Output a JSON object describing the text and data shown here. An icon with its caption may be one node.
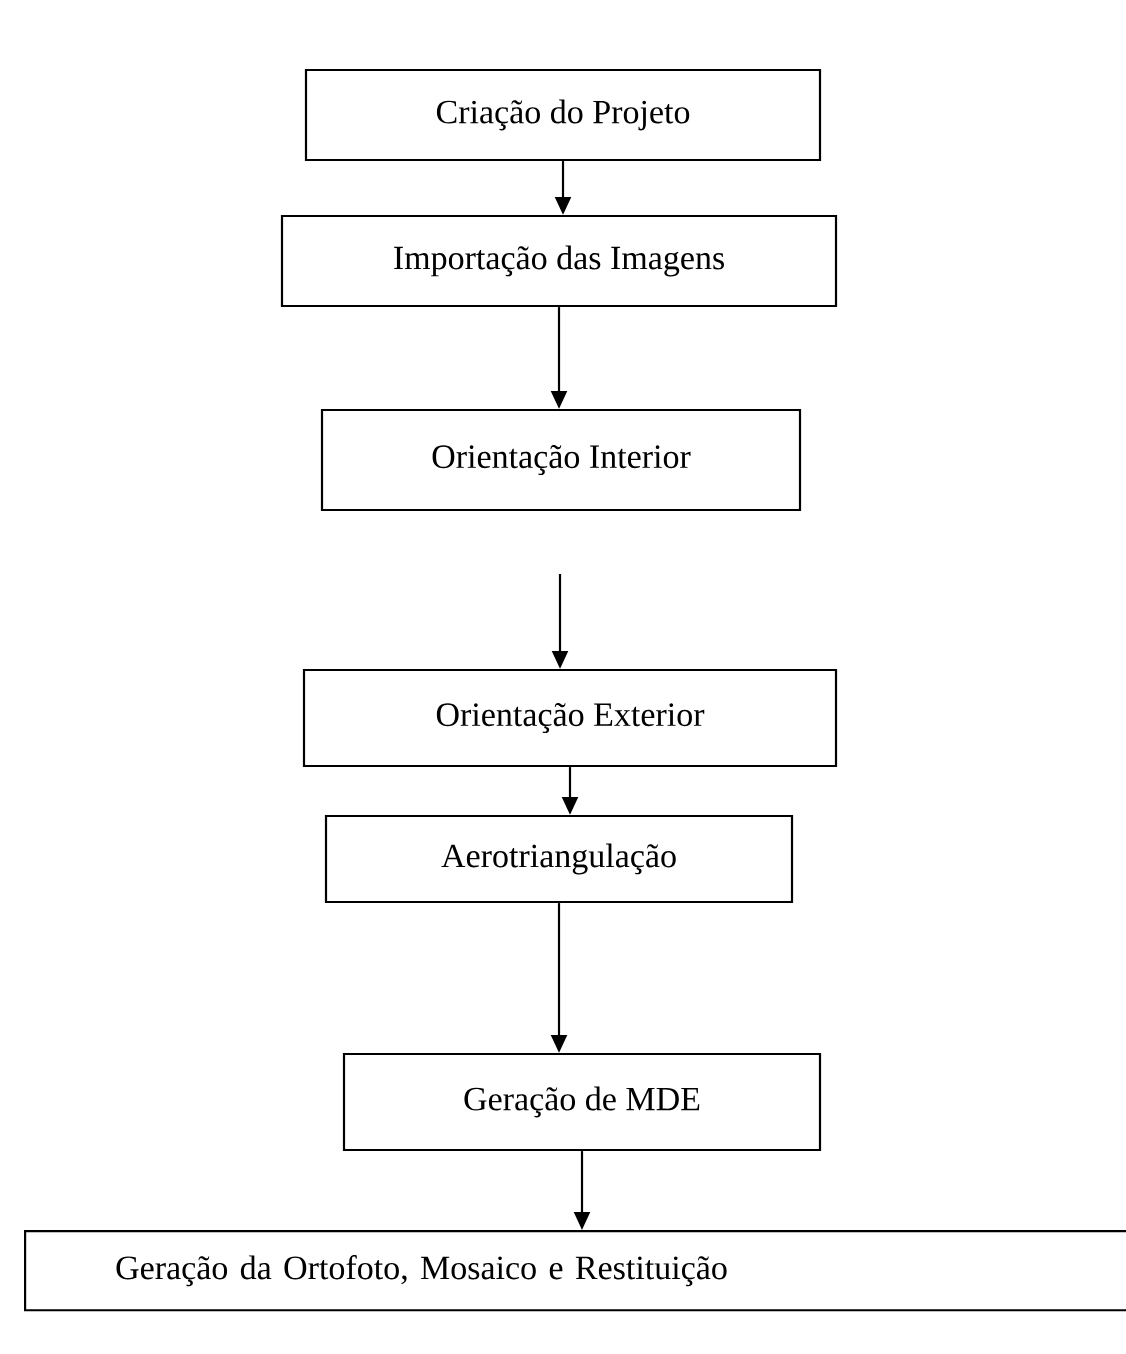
{
  "diagram": {
    "nodes": [
      {
        "text": [
          "Criação do Projeto"
        ]
      },
      {
        "text": [
          "Importação das Imagens"
        ]
      },
      {
        "text": [
          "Orientação Interior"
        ]
      },
      {
        "text": [
          "Orientação Exterior"
        ]
      },
      {
        "text": [
          "Aerotriangulação"
        ]
      },
      {
        "text": [
          "Geração de MDE"
        ]
      },
      {
        "text": [
          "Geração da Ortofoto, Mosaico e Restituição"
        ]
      }
    ],
    "edges": [
      {
        "from": 0,
        "to": 1,
        "arrow": "to"
      },
      {
        "from": 1,
        "to": 2,
        "arrow": "to"
      },
      {
        "from": null,
        "to": 3,
        "arrow": "to"
      },
      {
        "from": 3,
        "to": 4,
        "arrow": "to"
      },
      {
        "from": 4,
        "to": 5,
        "arrow": "to"
      },
      {
        "from": 5,
        "to": 6,
        "arrow": "to"
      }
    ]
  }
}
